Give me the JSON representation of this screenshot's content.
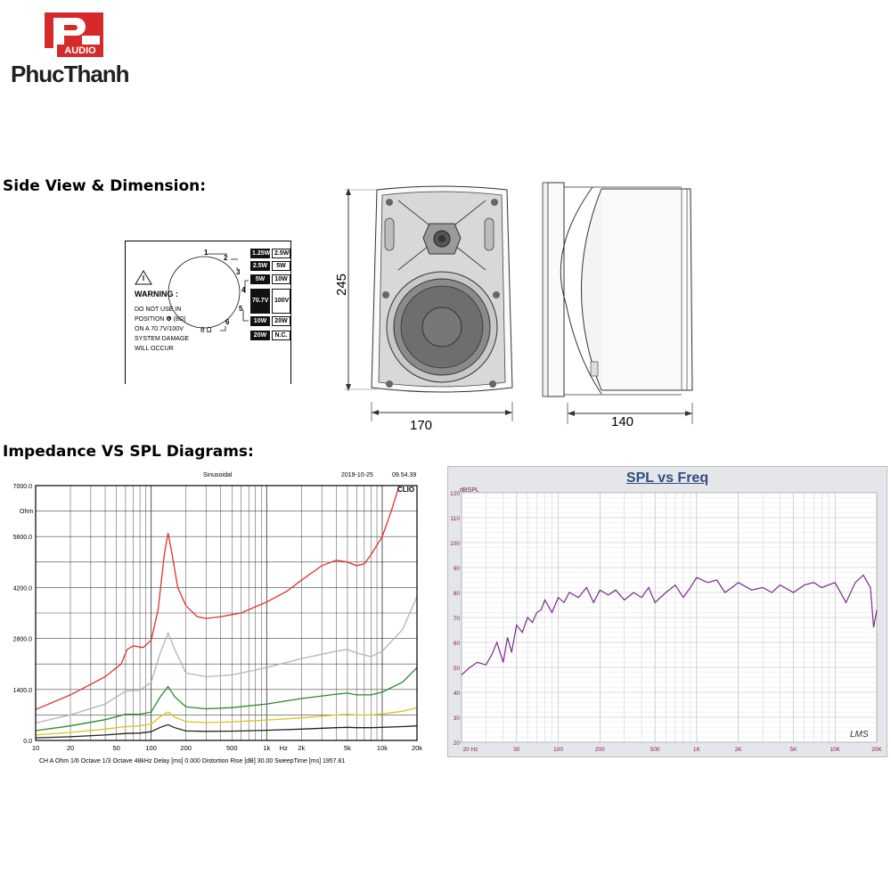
{
  "logo": {
    "audio": "AUDIO",
    "name": "PhucThanh",
    "brand_color": "#d42a2a"
  },
  "headings": {
    "side_view": "Side View & Dimension:",
    "diagrams": "Impedance VS SPL Diagrams:"
  },
  "warning": {
    "title": "WARNING :",
    "lines": [
      "DO NOT USE IN",
      "POSITION ❻ (8Ω)",
      "ON A 70.7V/100V",
      "SYSTEM DAMAGE",
      "WILL OCCUR"
    ],
    "ohm": "8 Ω",
    "taps": [
      {
        "n": "1",
        "a": "1.25W",
        "b": "2.5W"
      },
      {
        "n": "2",
        "a": "2.5W",
        "b": "5W"
      },
      {
        "n": "3",
        "a": "5W",
        "b": "10W"
      },
      {
        "n": "4",
        "a": "70.7V",
        "b": "100V"
      },
      {
        "n": "5",
        "a": "10W",
        "b": "20W"
      },
      {
        "n": "6",
        "a": "20W",
        "b": "N.C."
      }
    ]
  },
  "dimensions": {
    "height": "245",
    "width": "170",
    "depth": "140"
  },
  "impedance_chart": {
    "header_left": "Sinusoidal",
    "header_date": "2019-10-25",
    "header_time": "09.54.39",
    "brand": "CLIO",
    "y_unit": "Ohm",
    "y_ticks": [
      "7000.0",
      "5600.0",
      "4200.0",
      "2800.0",
      "1400.0",
      "0.0"
    ],
    "x_ticks": [
      "10",
      "20",
      "50",
      "100",
      "200",
      "500",
      "1k",
      "Hz",
      "2k",
      "5k",
      "10k",
      "20k"
    ],
    "footer": "CH A   Ohm     1/6 Octave   1/3 Octave   48kHz   Delay [ms] 0.000     Distortion Rise [dB] 30.00     SweepTime [ms] 1957.81"
  },
  "spl_chart": {
    "title": "SPL vs Freq",
    "y_unit": "dBSPL",
    "y_ticks": [
      "120",
      "110",
      "100",
      "90",
      "80",
      "70",
      "60",
      "50",
      "40",
      "30",
      "20"
    ],
    "x_ticks": [
      "20 Hz",
      "50",
      "100",
      "200",
      "500",
      "1K",
      "2K",
      "5K",
      "10K",
      "20K"
    ],
    "watermark": "LMS"
  },
  "chart_data": [
    {
      "type": "line",
      "title": "",
      "xlabel": "Hz",
      "ylabel": "Ohm",
      "x_scale": "log",
      "xlim": [
        10,
        20000
      ],
      "ylim": [
        0,
        7000
      ],
      "grid": true,
      "series": [
        {
          "color": "#e03030",
          "x": [
            10,
            20,
            40,
            55,
            62,
            70,
            85,
            100,
            115,
            130,
            140,
            150,
            170,
            200,
            250,
            300,
            400,
            600,
            1000,
            1500,
            2000,
            3000,
            4000,
            5000,
            6000,
            7000,
            8000,
            10000,
            12000,
            14000,
            15000
          ],
          "y": [
            850,
            1250,
            1750,
            2100,
            2500,
            2600,
            2550,
            2750,
            3600,
            5100,
            5700,
            5200,
            4200,
            3700,
            3400,
            3350,
            3400,
            3500,
            3800,
            4100,
            4400,
            4800,
            4950,
            4900,
            4800,
            4850,
            5100,
            5600,
            6300,
            7000,
            7000
          ]
        },
        {
          "color": "#b4b4b4",
          "x": [
            10,
            20,
            40,
            60,
            80,
            100,
            120,
            140,
            160,
            200,
            300,
            500,
            1000,
            2000,
            4000,
            5000,
            6000,
            8000,
            10000,
            15000,
            20000
          ],
          "y": [
            480,
            700,
            1000,
            1350,
            1380,
            1600,
            2400,
            2950,
            2500,
            1850,
            1750,
            1800,
            2000,
            2250,
            2450,
            2500,
            2400,
            2300,
            2450,
            3050,
            3950
          ]
        },
        {
          "color": "#2a8a2a",
          "x": [
            10,
            20,
            40,
            60,
            80,
            100,
            120,
            140,
            160,
            200,
            300,
            500,
            1000,
            2000,
            4000,
            5000,
            6000,
            8000,
            10000,
            15000,
            20000
          ],
          "y": [
            270,
            400,
            570,
            720,
            720,
            780,
            1200,
            1480,
            1200,
            920,
            870,
            900,
            1000,
            1150,
            1270,
            1300,
            1250,
            1250,
            1330,
            1600,
            2000
          ]
        },
        {
          "color": "#d6c81a",
          "x": [
            10,
            20,
            40,
            60,
            80,
            100,
            120,
            140,
            160,
            200,
            300,
            500,
            1000,
            2000,
            4000,
            5000,
            6000,
            8000,
            10000,
            15000,
            20000
          ],
          "y": [
            150,
            220,
            310,
            380,
            400,
            450,
            650,
            780,
            640,
            520,
            490,
            510,
            560,
            620,
            700,
            720,
            700,
            700,
            730,
            800,
            900
          ]
        },
        {
          "color": "#222222",
          "x": [
            10,
            20,
            40,
            60,
            80,
            100,
            120,
            140,
            160,
            200,
            300,
            500,
            1000,
            2000,
            4000,
            5000,
            6000,
            8000,
            10000,
            15000,
            20000
          ],
          "y": [
            70,
            100,
            150,
            190,
            200,
            240,
            360,
            430,
            350,
            260,
            250,
            255,
            280,
            310,
            350,
            360,
            350,
            350,
            360,
            380,
            400
          ]
        }
      ]
    },
    {
      "type": "line",
      "title": "SPL vs Freq",
      "xlabel": "",
      "ylabel": "dBSPL",
      "x_scale": "log",
      "xlim": [
        20,
        20000
      ],
      "ylim": [
        20,
        120
      ],
      "grid": true,
      "series": [
        {
          "color": "#7a2a8a",
          "x": [
            20,
            23,
            26,
            30,
            33,
            36,
            40,
            43,
            46,
            50,
            55,
            60,
            65,
            70,
            75,
            80,
            90,
            100,
            110,
            120,
            140,
            160,
            180,
            200,
            230,
            260,
            300,
            350,
            400,
            450,
            500,
            600,
            700,
            800,
            900,
            1000,
            1200,
            1400,
            1600,
            1800,
            2000,
            2500,
            3000,
            3500,
            4000,
            5000,
            6000,
            7000,
            8000,
            10000,
            12000,
            14000,
            16000,
            18000,
            19000,
            20000
          ],
          "y": [
            47,
            50,
            52,
            51,
            55,
            60,
            52,
            62,
            56,
            67,
            64,
            70,
            68,
            72,
            73,
            77,
            72,
            78,
            76,
            80,
            78,
            82,
            76,
            81,
            79,
            81,
            77,
            80,
            78,
            82,
            76,
            80,
            83,
            78,
            82,
            86,
            84,
            85,
            80,
            82,
            84,
            81,
            82,
            80,
            83,
            80,
            83,
            84,
            82,
            84,
            76,
            84,
            87,
            82,
            66,
            73
          ]
        }
      ]
    }
  ]
}
